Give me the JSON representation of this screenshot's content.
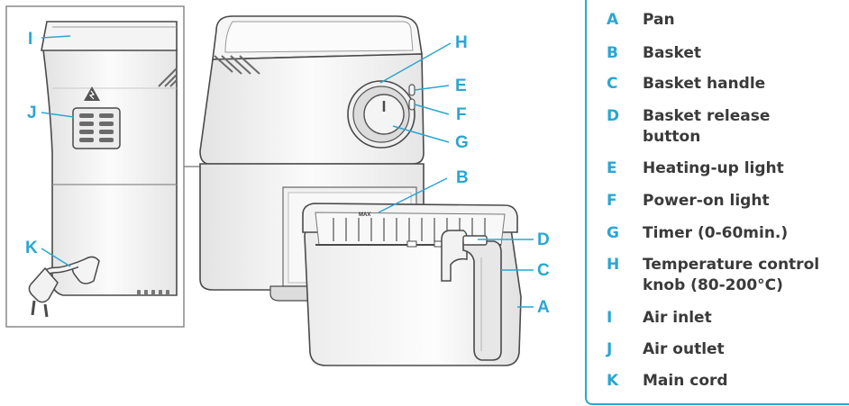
{
  "colors": {
    "accent": "#2aa6d3",
    "text": "#3a3a3a",
    "outline": "#4a4a4a"
  },
  "callouts": {
    "a": "A",
    "b": "B",
    "c": "C",
    "d": "D",
    "e": "E",
    "f": "F",
    "g": "G",
    "h": "H",
    "i": "I",
    "j": "J",
    "k": "K"
  },
  "legend": [
    {
      "letter": "A",
      "text": "Pan"
    },
    {
      "letter": "B",
      "text": "Basket"
    },
    {
      "letter": "C",
      "text": "Basket handle"
    },
    {
      "letter": "D",
      "text": "Basket release button"
    },
    {
      "letter": "E",
      "text": "Heating-up light"
    },
    {
      "letter": "F",
      "text": "Power-on light"
    },
    {
      "letter": "G",
      "text": "Timer (0-60min.)"
    },
    {
      "letter": "H",
      "text": "Temperature control knob (80-200°C)"
    },
    {
      "letter": "I",
      "text": "Air inlet"
    },
    {
      "letter": "J",
      "text": "Air outlet"
    },
    {
      "letter": "K",
      "text": "Main cord"
    }
  ],
  "basket_mark": "MAX"
}
